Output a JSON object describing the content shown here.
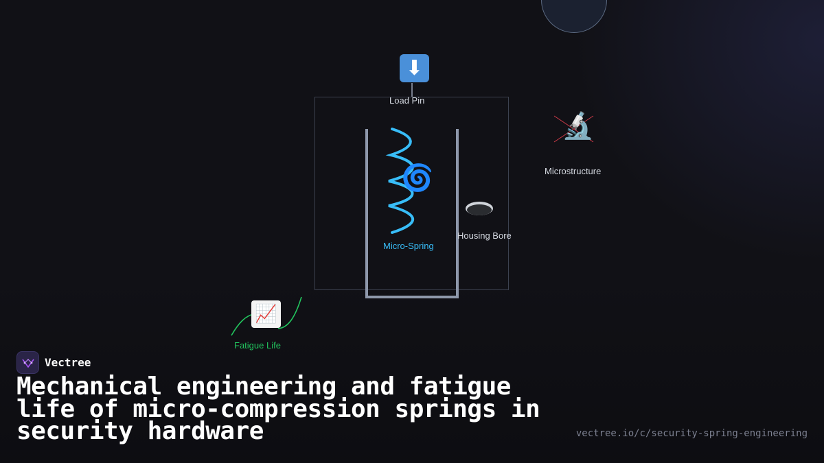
{
  "diagram": {
    "nodes": [
      {
        "id": "load-pin",
        "label": "Load Pin",
        "icon": "down-arrow-icon",
        "glyph": "⬇"
      },
      {
        "id": "micro-spring",
        "label": "Micro-Spring",
        "icon": "spiral-icon",
        "glyph": "🌀"
      },
      {
        "id": "housing-bore",
        "label": "Housing Bore",
        "icon": "ring-icon"
      },
      {
        "id": "microstructure",
        "label": "Microstructure",
        "icon": "microscope-icon",
        "glyph": "🔬"
      },
      {
        "id": "fatigue-life",
        "label": "Fatigue Life",
        "icon": "chart-up-icon",
        "glyph": "📈"
      }
    ]
  },
  "brand": {
    "name": "Vectree"
  },
  "title": "Mechanical engineering and fatigue life of micro-compression springs in security hardware",
  "url": "vectree.io/c/security-spring-engineering",
  "colors": {
    "background": "#111116",
    "spring": "#38bdf8",
    "fatigue": "#22c55e",
    "housing": "#8e98ab",
    "crosshair": "#d23c4a",
    "brand_accent": "#a855f7"
  }
}
